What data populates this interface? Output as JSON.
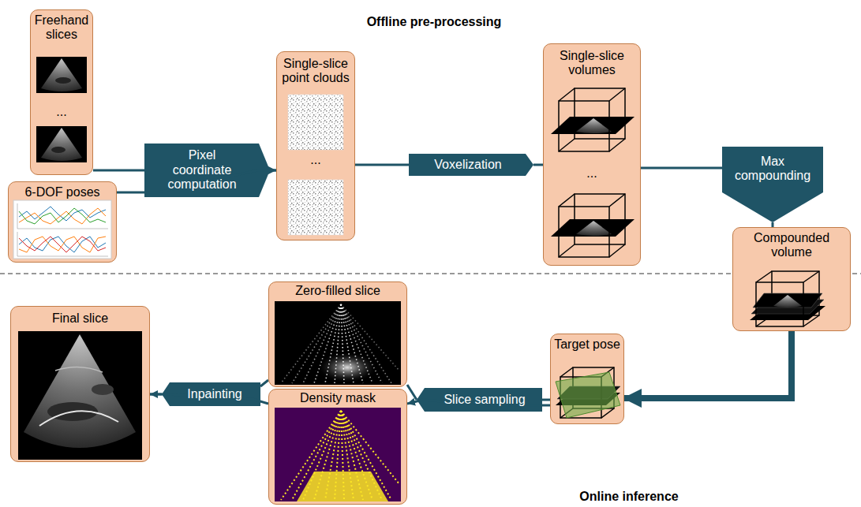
{
  "diagram": {
    "nodes": [
      {
        "text": [
          "Freehand slices",
          "..."
        ]
      },
      {
        "text": [
          "6-DOF poses"
        ]
      },
      {
        "text": [
          "Single-slice point clouds",
          "..."
        ]
      },
      {
        "text": [
          "Single-slice volumes",
          "..."
        ]
      },
      {
        "text": [
          "Compounded volume"
        ]
      },
      {
        "text": [
          "Target pose"
        ]
      },
      {
        "text": [
          "Zero-filled slice"
        ]
      },
      {
        "text": [
          "Density mask"
        ]
      },
      {
        "text": [
          "Final slice"
        ]
      }
    ],
    "edges": [
      {
        "from": 0,
        "to": 2,
        "arrow": "to",
        "label": "Pixel coordinate computation"
      },
      {
        "from": 1,
        "to": 2,
        "arrow": "to"
      },
      {
        "from": 2,
        "to": 3,
        "arrow": "to",
        "label": "Voxelization"
      },
      {
        "from": 3,
        "to": 4,
        "arrow": "to",
        "label": "Max compounding"
      },
      {
        "from": 4,
        "to": 5,
        "arrow": "to"
      },
      {
        "from": 5,
        "to": 6,
        "arrow": "to",
        "label": "Slice sampling"
      },
      {
        "from": 5,
        "to": 7,
        "arrow": "to"
      },
      {
        "from": 6,
        "to": 8,
        "arrow": "to",
        "label": "Inpainting"
      },
      {
        "from": 7,
        "to": 8,
        "arrow": "to"
      }
    ],
    "labels": [
      "Offline pre-processing",
      "Online inference"
    ]
  }
}
